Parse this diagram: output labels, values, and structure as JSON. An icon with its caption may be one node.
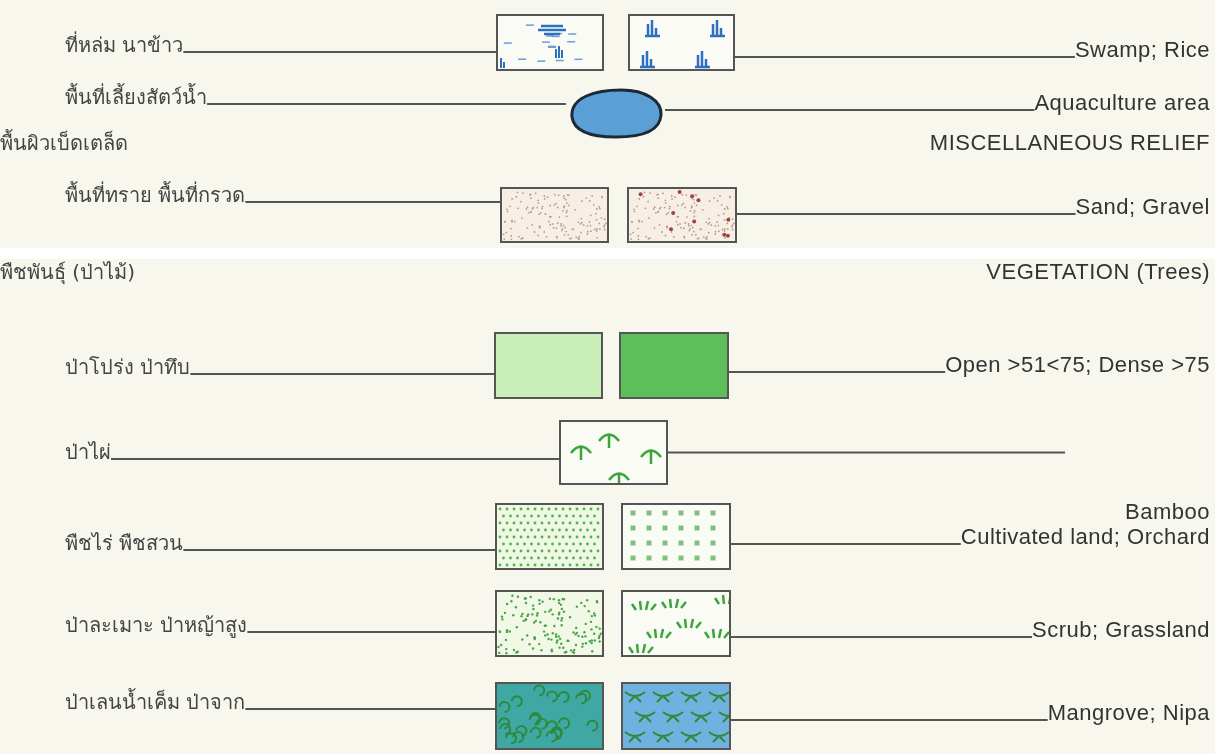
{
  "diagram": {
    "nodes": [
      {
        "text": [
          "ที่หล่ม นาข้าว"
        ]
      },
      {
        "text": [],
        "shape": "picture"
      },
      {
        "text": [],
        "shape": "picture"
      },
      {
        "text": [
          "Swamp; Rice"
        ]
      },
      {
        "text": [
          "พื้นที่เลี้ยงสัตว์น้ำ"
        ]
      },
      {
        "text": [],
        "shape": "circle"
      },
      {
        "text": [
          "Aquaculture area"
        ]
      },
      {
        "text": [
          "พื้นที่ทราย พื้นที่กรวด"
        ]
      },
      {
        "text": [],
        "shape": "picture"
      },
      {
        "text": [],
        "shape": "picture"
      },
      {
        "text": [
          "Sand; Gravel"
        ]
      },
      {
        "text": [
          "ป่าโปร่ง ป่าทึบ"
        ]
      },
      {
        "text": [],
        "shape": "box"
      },
      {
        "text": [],
        "shape": "box"
      },
      {
        "text": [
          "Open >51<75; Dense >75"
        ]
      },
      {
        "text": [
          "ป่าไผ่"
        ]
      },
      {
        "text": [],
        "shape": "picture"
      },
      {
        "text": [
          "พืชไร่ พืชสวน"
        ]
      },
      {
        "text": [],
        "shape": "picture"
      },
      {
        "text": [],
        "shape": "picture"
      },
      {
        "text": [
          "Cultivated land; Orchard"
        ]
      },
      {
        "text": [
          "ป่าละเมาะ ป่าหญ้าสูง"
        ]
      },
      {
        "text": [],
        "shape": "picture"
      },
      {
        "text": [],
        "shape": "picture"
      },
      {
        "text": [
          "Scrub; Grassland"
        ]
      },
      {
        "text": [
          "ป่าเลนน้ำเค็ม ป่าจาก"
        ]
      },
      {
        "text": [],
        "shape": "picture"
      },
      {
        "text": [],
        "shape": "picture"
      },
      {
        "text": [
          "Mangrove; Nipa"
        ]
      }
    ],
    "edges": [
      {
        "from": 0,
        "to": 1,
        "arrow": "none"
      },
      {
        "from": 2,
        "to": 3,
        "arrow": "none"
      },
      {
        "from": 4,
        "to": 5,
        "arrow": "none"
      },
      {
        "from": 5,
        "to": 6,
        "arrow": "none"
      },
      {
        "from": 7,
        "to": 8,
        "arrow": "none"
      },
      {
        "from": 9,
        "to": 10,
        "arrow": "none"
      },
      {
        "from": 11,
        "to": 12,
        "arrow": "none"
      },
      {
        "from": 13,
        "to": 14,
        "arrow": "none"
      },
      {
        "from": 15,
        "to": 16,
        "arrow": "none"
      },
      {
        "from": 16,
        "to": null,
        "arrow": "none"
      },
      {
        "from": 17,
        "to": 18,
        "arrow": "none"
      },
      {
        "from": 19,
        "to": 20,
        "arrow": "none"
      },
      {
        "from": 21,
        "to": 22,
        "arrow": "none"
      },
      {
        "from": 23,
        "to": 24,
        "arrow": "none"
      },
      {
        "from": 25,
        "to": 26,
        "arrow": "none"
      },
      {
        "from": 27,
        "to": 28,
        "arrow": "none"
      }
    ],
    "labels": [
      "พื้นผิวเบ็ดเตล็ด",
      "MISCELLANEOUS RELIEF",
      "พืชพันธุ์ (ป่าไม้)",
      "VEGETATION (Trees)",
      "Bamboo"
    ]
  }
}
